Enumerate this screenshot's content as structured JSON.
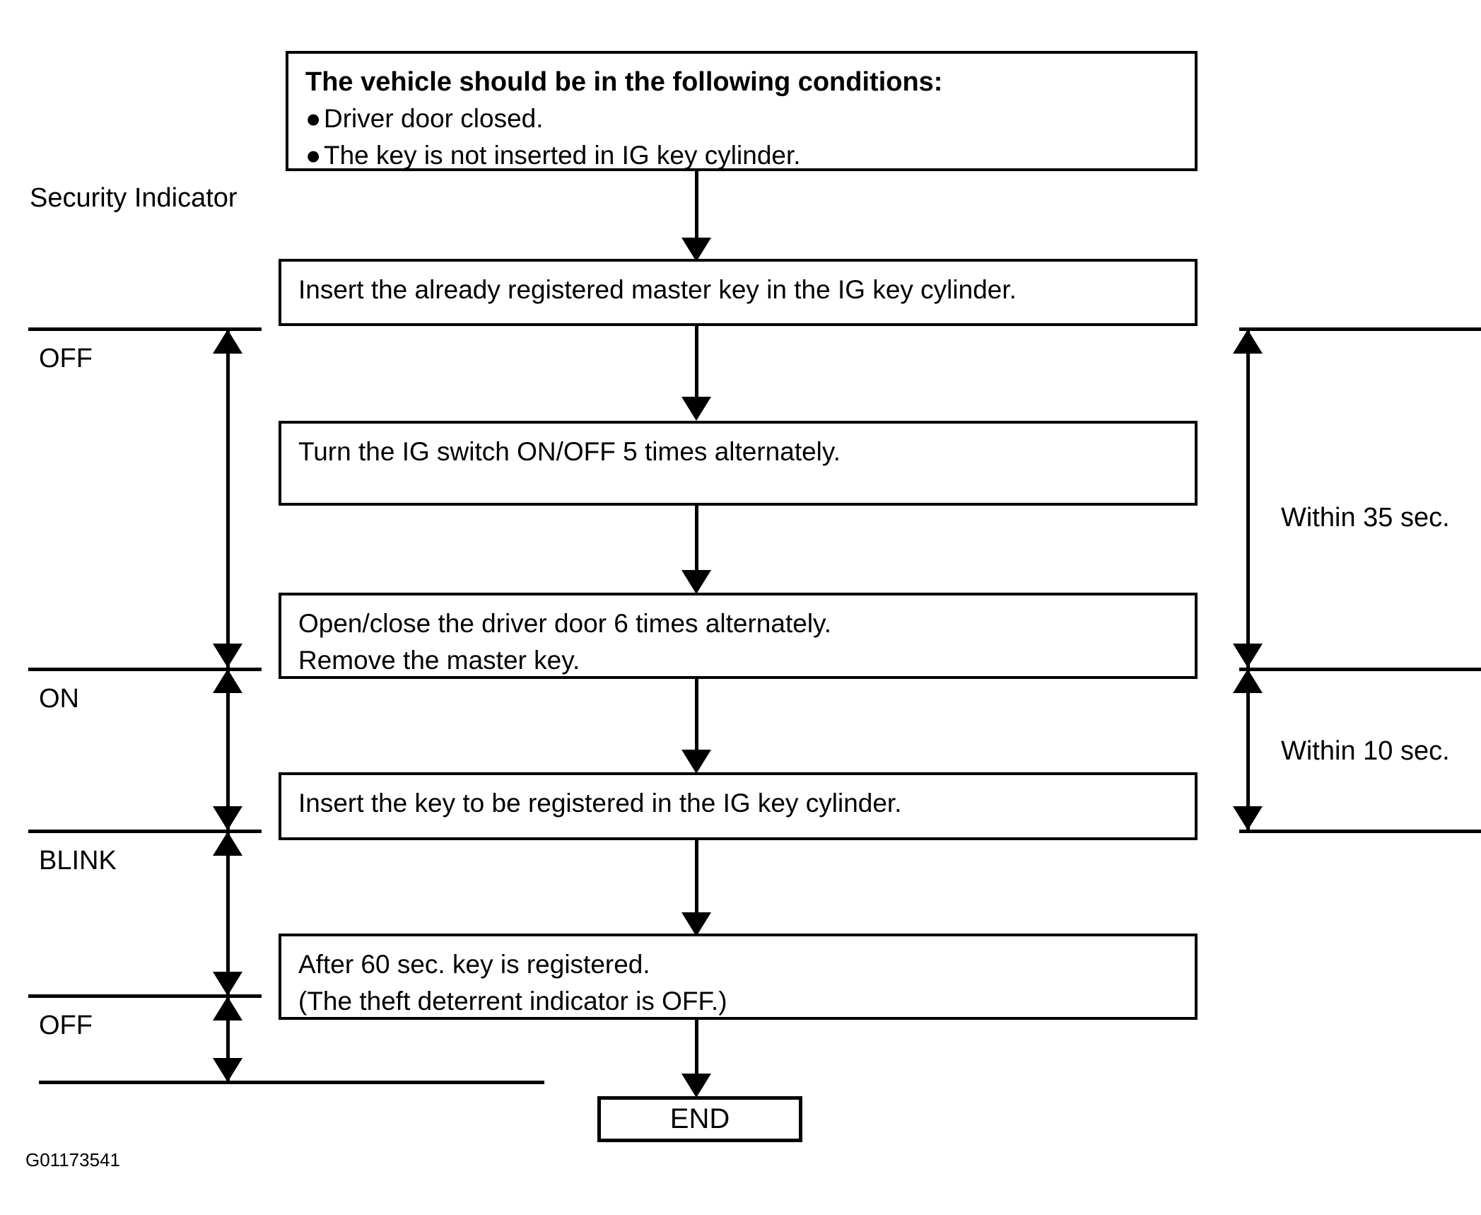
{
  "figure": {
    "id_label": "G01173541",
    "indicator_axis_title": "Security Indicator"
  },
  "indicator_states": [
    {
      "label": "OFF",
      "name": "state-off-top"
    },
    {
      "label": "ON",
      "name": "state-on"
    },
    {
      "label": "BLINK",
      "name": "state-blink"
    },
    {
      "label": "OFF",
      "name": "state-off-bottom"
    }
  ],
  "condition_box": {
    "title": "The vehicle should be in the following conditions:",
    "bullet_char": "●",
    "bullets": [
      "Driver door closed.",
      "The key is not inserted in IG key cylinder."
    ]
  },
  "steps": [
    {
      "id": "step-1",
      "lines": [
        "Insert the already registered master key in the IG key cylinder."
      ]
    },
    {
      "id": "step-2",
      "lines": [
        "Turn the IG switch ON/OFF 5 times alternately."
      ]
    },
    {
      "id": "step-3",
      "lines": [
        "Open/close the driver door 6 times alternately.",
        "Remove the master key."
      ]
    },
    {
      "id": "step-4",
      "lines": [
        "Insert the key to be registered in the IG key cylinder."
      ]
    },
    {
      "id": "step-5",
      "lines": [
        "After 60 sec. key is registered.",
        "(The theft deterrent indicator is OFF.)"
      ]
    }
  ],
  "end_node": {
    "label": "END"
  },
  "timing_annotations": [
    {
      "id": "timing-35",
      "label": "Within 35 sec."
    },
    {
      "id": "timing-10",
      "label": "Within 10 sec."
    }
  ],
  "colors": {
    "ink": "#000000",
    "paper": "#ffffff"
  }
}
